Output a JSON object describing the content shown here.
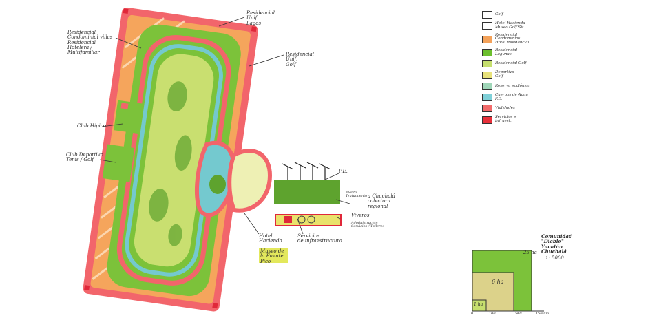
{
  "labels": {
    "residencial_condominial": "Residencial\nCondominial villas\nResidencial\nHotelera / Multifamiliar",
    "residencial_unif_lagos": "Residencial Unif.\nLagos",
    "residencial_unif_golf": "Residencial Unif.\nGolf",
    "club_hipico": "Club Hípico",
    "club_deportivo": "Club Deportivo\nTenis / Golf",
    "pe": "P.E.",
    "planta": "Planta\nTratamiento",
    "a_chuchala": "a Chuchalá\ncolectora\nregional",
    "viveros": "Viveros",
    "ar_adm": "Administración\nServicios / Talleres",
    "servicios": "Servicios\nde infraestructura",
    "hotel_hacienda": "Hotel\nHacienda",
    "museo": "Museo de\nla Fuente Pico"
  },
  "legend": [
    {
      "text": "Golf",
      "color": "#ffffff"
    },
    {
      "text": "Hotel Hacienda\nMuseo Golf Sit",
      "color": "#ffffff"
    },
    {
      "text": "Residencial Condominios\nHotel Residencial",
      "color": "#f4a25a"
    },
    {
      "text": "Residencial Lagunas",
      "color": "#6cbf2e"
    },
    {
      "text": "Residencial Golf",
      "color": "#c6df6e"
    },
    {
      "text": "Deportivo\nGolf",
      "color": "#e8e27a"
    },
    {
      "text": "Reserva ecológica",
      "color": "#9fd6b8"
    },
    {
      "text": "Cuerpos de Agua\nP.E.",
      "color": "#7fd0d8"
    },
    {
      "text": "Vialidades",
      "color": "#f26a6a"
    },
    {
      "text": "Servicios e Infraest.",
      "color": "#e8303a"
    }
  ],
  "scale": {
    "title": "Comunidad\n\"Diablo\"\nYucatán Chuchalá",
    "ratio": "1: 5000",
    "big": "25 ha",
    "mid": "6 ha",
    "small": "1 ha",
    "ticks": [
      "0",
      "100",
      "500",
      "1500 m"
    ]
  },
  "colors": {
    "road": "#f2656b",
    "orange": "#f5a55c",
    "green": "#7cc23a",
    "lightgreen": "#c9df70",
    "water": "#74c9cf",
    "yellow": "#e9e26b",
    "service": "#e0283a"
  }
}
